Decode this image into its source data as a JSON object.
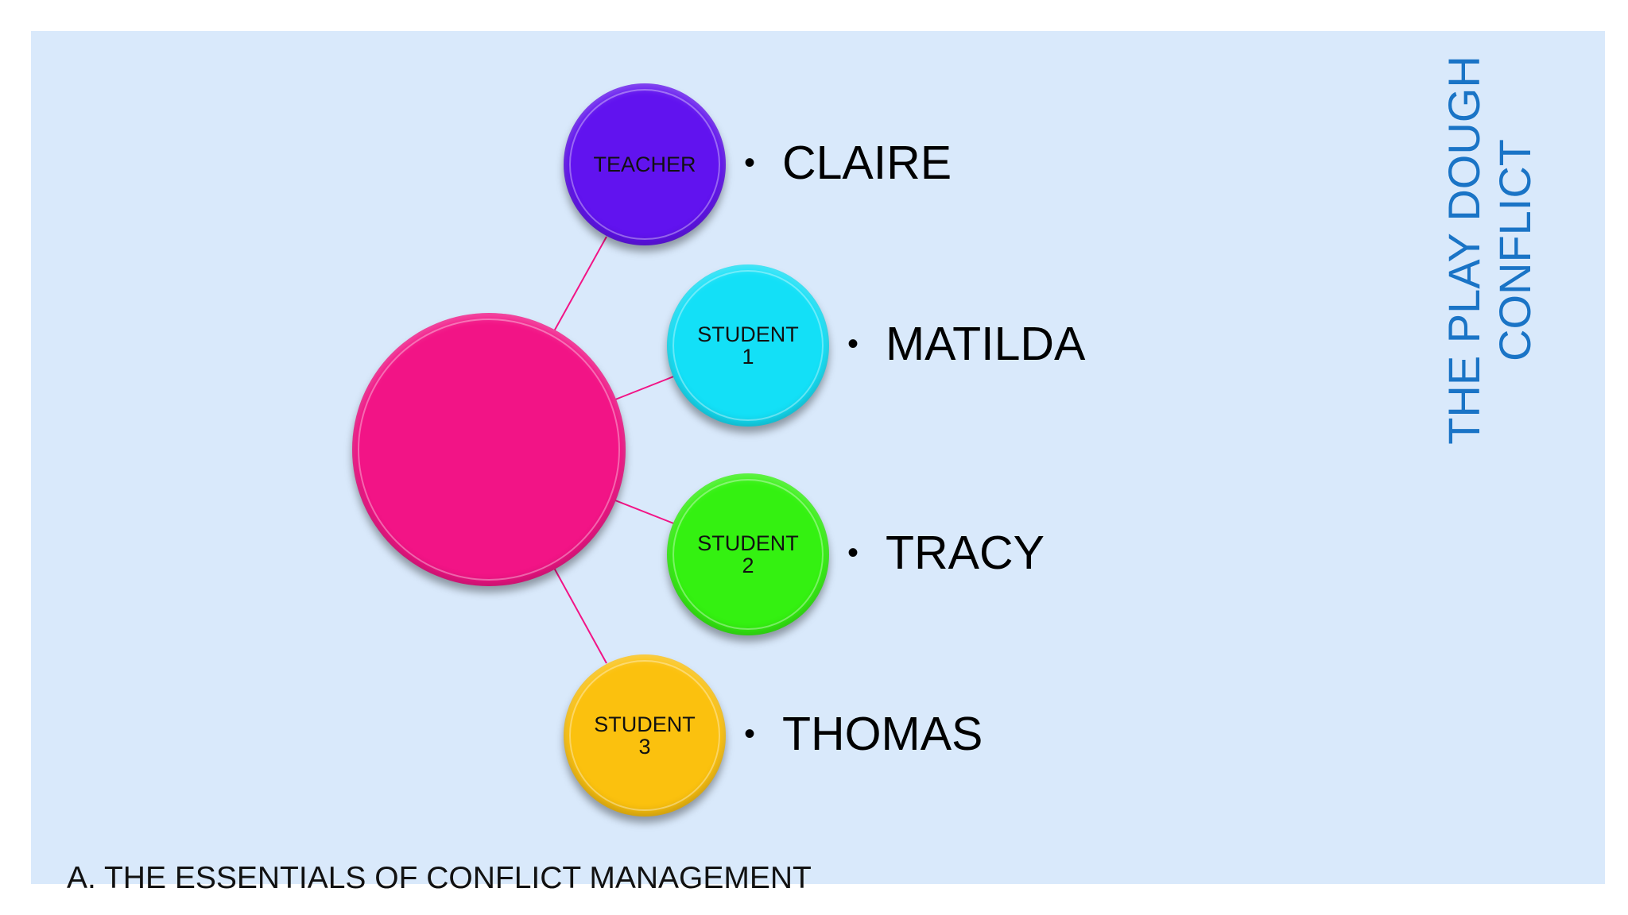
{
  "slide": {
    "title_line1": "THE PLAY DOUGH",
    "title_line2": "CONFLICT",
    "footer": "A. THE ESSENTIALS OF CONFLICT MANAGEMENT"
  },
  "diagram": {
    "nodes": [
      {
        "label": "TEACHER",
        "name": "CLAIRE",
        "color": "#6113ef"
      },
      {
        "label": "STUDENT\n1",
        "name": "MATILDA",
        "color": "#13e0f7"
      },
      {
        "label": "STUDENT\n2",
        "name": "TRACY",
        "color": "#34f111"
      },
      {
        "label": "STUDENT\n3",
        "name": "THOMAS",
        "color": "#fbc10e"
      }
    ],
    "hub_color": "#f21486",
    "bullet": "•"
  }
}
